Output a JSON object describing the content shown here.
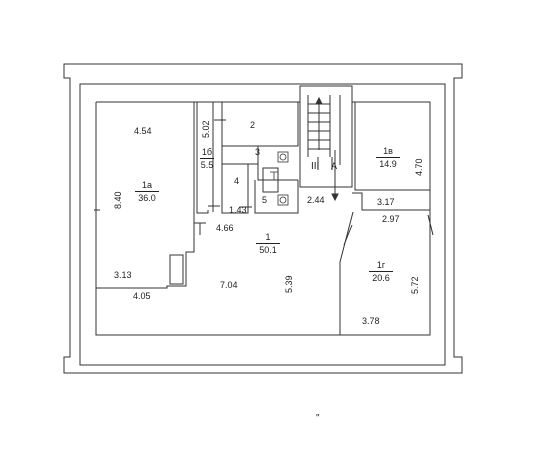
{
  "rooms": {
    "r1": {
      "number": "1",
      "area": "50.1"
    },
    "r1a": {
      "number": "1а",
      "area": "36.0"
    },
    "r1v": {
      "number": "1в",
      "area": "14.9"
    },
    "r1g": {
      "number": "1г",
      "area": "20.6"
    },
    "r1b": {
      "number": "1б",
      "area": "5.5"
    },
    "r2": "2",
    "r3": "3",
    "r4": "4",
    "r5": "5"
  },
  "stair": {
    "section": "III",
    "letter": "A"
  },
  "dimensions": {
    "d454": "4.54",
    "d502": "5.02",
    "d840": "8.40",
    "d143": "1.43",
    "d466": "4.66",
    "d244": "2.44",
    "d317": "3.17",
    "d470": "4.70",
    "d297": "2.97",
    "d313": "3.13",
    "d405": "4.05",
    "d704": "7.04",
    "d539": "5.39",
    "d572": "5.72",
    "d378": "3.78"
  },
  "bottom_mark": "\""
}
